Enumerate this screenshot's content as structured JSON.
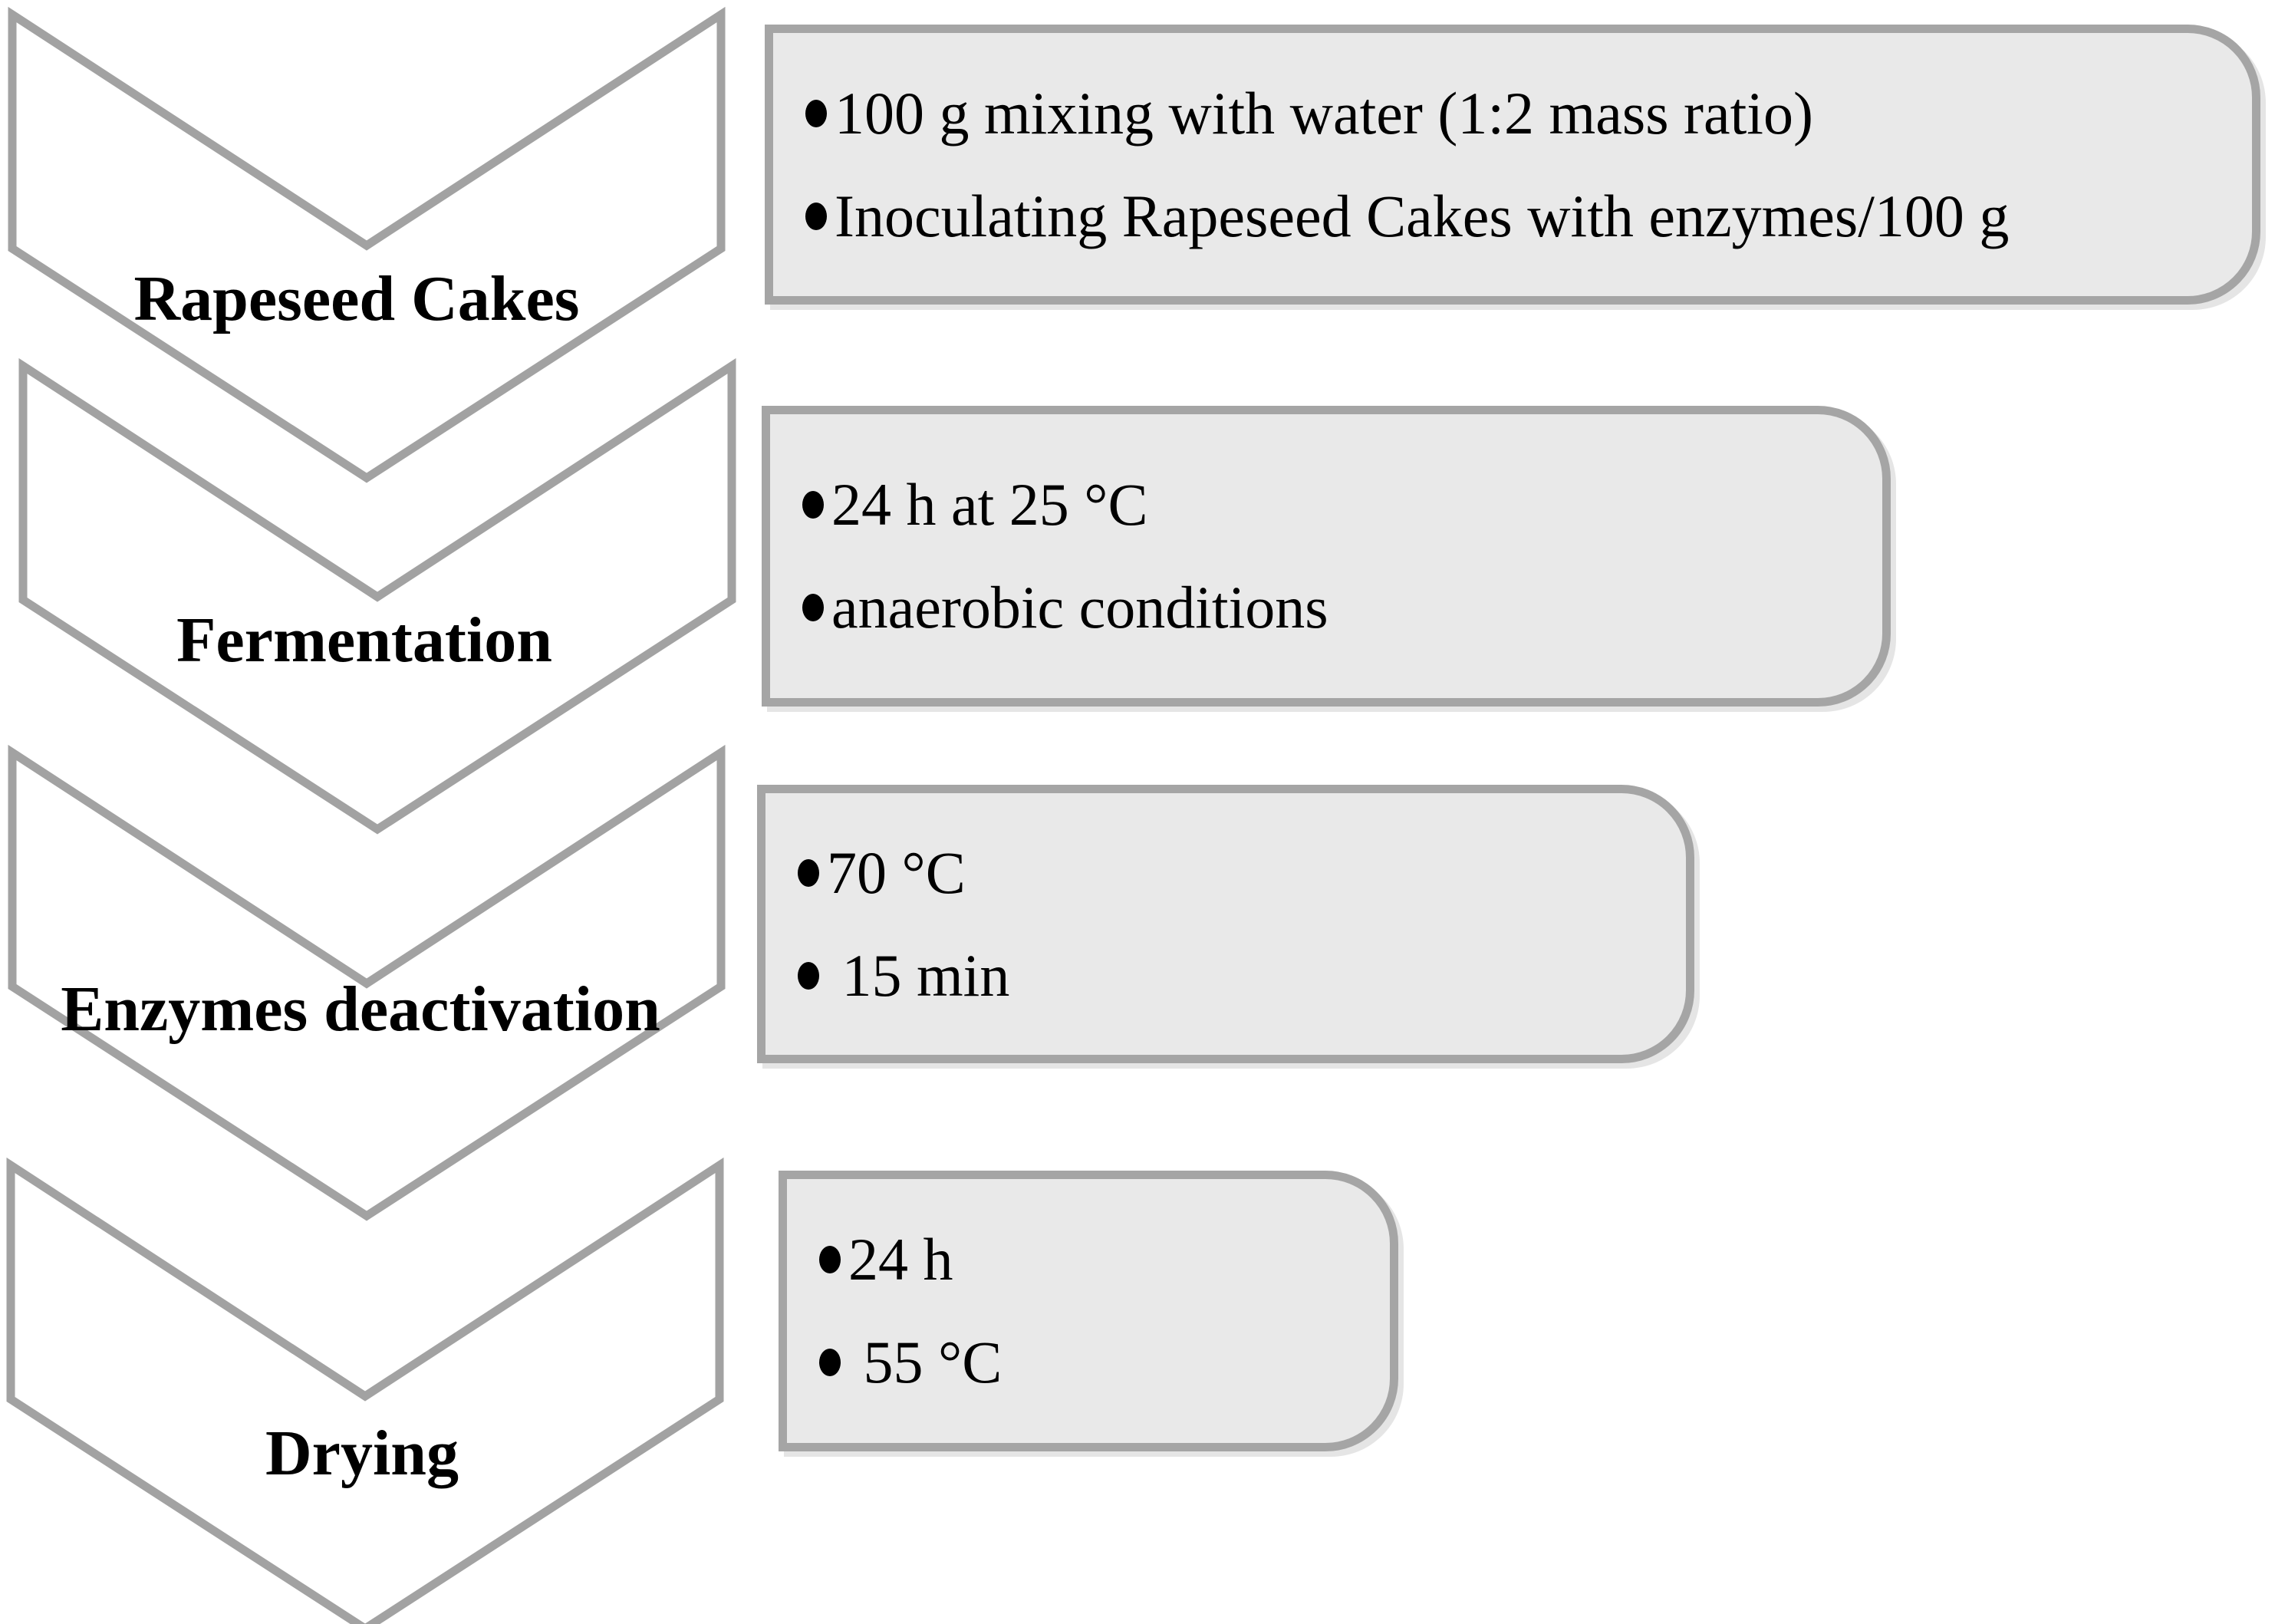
{
  "theme": {
    "outline_gray": "#a2a2a2",
    "box_fill": "#e9e9e9",
    "box_border": "#a5a5a5",
    "text_color": "#000000",
    "background": "#ffffff"
  },
  "steps": [
    {
      "label": "Rapeseed Cakes",
      "bullets": [
        "100 g mixing with water (1:2 mass ratio)",
        "Inoculating Rapeseed Cakes with enzymes/100 g"
      ]
    },
    {
      "label": "Fermentation",
      "bullets": [
        "24 h at 25 °C",
        "anaerobic conditions"
      ]
    },
    {
      "label": "Enzymes deactivation",
      "bullets": [
        "70 °C",
        " 15 min"
      ]
    },
    {
      "label": "Drying",
      "bullets": [
        "24 h",
        " 55 °C"
      ]
    }
  ]
}
